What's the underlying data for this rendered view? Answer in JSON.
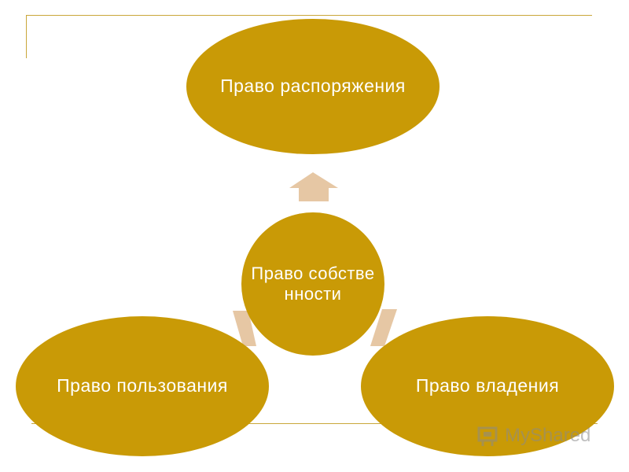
{
  "colors": {
    "node_fill": "#c99a06",
    "arrow_fill": "#e6c7a4",
    "frame": "#c9a73a",
    "text": "#ffffff"
  },
  "diagram": {
    "center": {
      "label": "Право собстве нности"
    },
    "top": {
      "label": "Право распоряжения"
    },
    "left": {
      "label": "Право пользования"
    },
    "right": {
      "label": "Право владения"
    }
  },
  "watermark": {
    "text": "MyShared",
    "icon": "mycollection-logo-icon"
  }
}
